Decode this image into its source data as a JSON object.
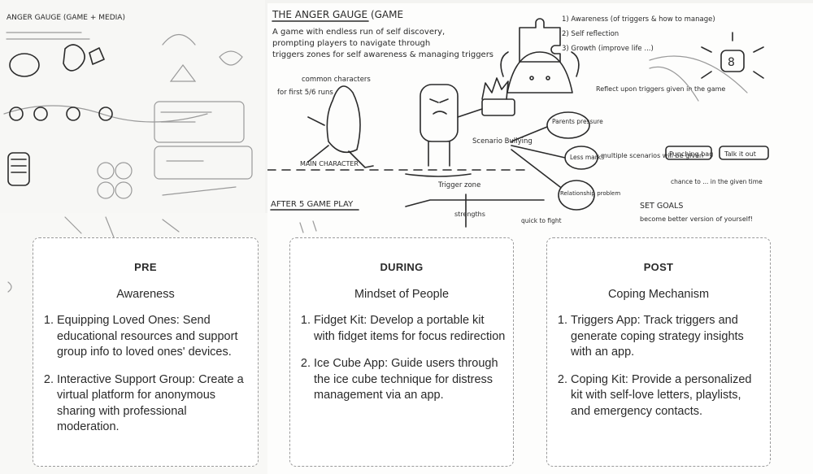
{
  "sketches": {
    "left_title": "ANGER GAUGE (GAME + MEDIA)",
    "main_title": "THE ANGER GAUGE (GAME",
    "main_desc": [
      "A game with endless run of self discovery,",
      "prompting players to navigate through",
      "triggers zones for self awareness & managing triggers"
    ],
    "goals": [
      "1) Awareness (of triggers & how to manage)",
      "2) Self reflection",
      "3) Growth (improve life ...)"
    ],
    "labels": {
      "common_characters": "common characters",
      "first_rounds": "for first 5/6 runs",
      "main_character": "MAIN CHARACTER",
      "trigger_zone": "Trigger zone",
      "scenario": "Scenario Bullying",
      "parents_pressure": "Parents pressure",
      "less_marks": "Less marks",
      "relationship_problem": "Relationship problem",
      "reflect": "Reflect upon triggers given in the game",
      "multiple_scenarios": "multiple scenarios will be given",
      "punching_bag": "Punching bag",
      "talk_it_out": "Talk it out",
      "chance": "chance to ... in the given time",
      "after_play": "AFTER 5 GAME PLAY",
      "strengths": "strengths",
      "quick_to_fight": "quick to fight",
      "set_goals": "SET GOALS",
      "become_better": "become better version of yourself!"
    }
  },
  "cards": [
    {
      "title": "PRE",
      "subtitle": "Awareness",
      "items": [
        "Equipping Loved Ones: Send educational resources and support group info to loved ones' devices.",
        "Interactive Support Group: Create a virtual platform for anonymous sharing with professional moderation."
      ]
    },
    {
      "title": "DURING",
      "subtitle": "Mindset of People",
      "items": [
        "Fidget Kit: Develop a portable kit with fidget items for focus redirection",
        "Ice Cube App: Guide users through the ice cube technique for distress management via an app."
      ]
    },
    {
      "title": "POST",
      "subtitle": "Coping Mechanism",
      "items": [
        "Triggers App: Track triggers and generate coping strategy insights with an app.",
        "Coping Kit: Provide a personalized kit with self-love letters, playlists, and emergency contacts."
      ]
    }
  ]
}
